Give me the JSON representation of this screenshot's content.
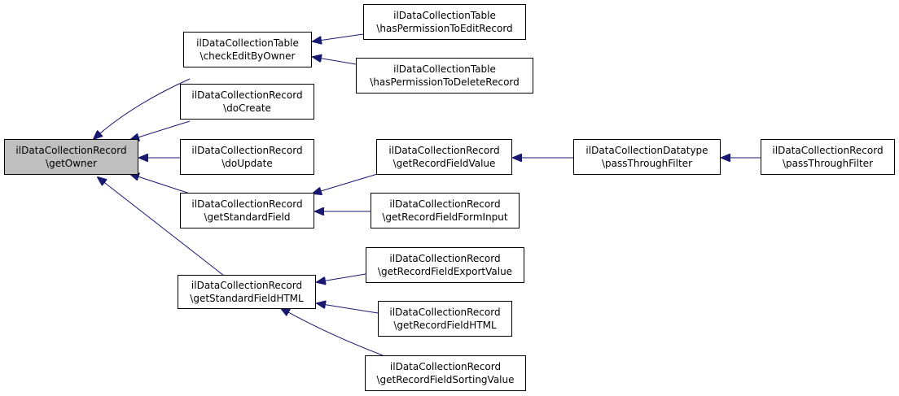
{
  "colors": {
    "edge": "#191970",
    "root_fill": "#bfbfbf",
    "node_fill": "#ffffff",
    "border": "#000000"
  },
  "nodes": {
    "root": {
      "l1": "ilDataCollectionRecord",
      "l2": "\\getOwner"
    },
    "checkEdit": {
      "l1": "ilDataCollectionTable",
      "l2": "\\checkEditByOwner"
    },
    "doCreate": {
      "l1": "ilDataCollectionRecord",
      "l2": "\\doCreate"
    },
    "doUpdate": {
      "l1": "ilDataCollectionRecord",
      "l2": "\\doUpdate"
    },
    "getStd": {
      "l1": "ilDataCollectionRecord",
      "l2": "\\getStandardField"
    },
    "getStdHTML": {
      "l1": "ilDataCollectionRecord",
      "l2": "\\getStandardFieldHTML"
    },
    "hasEdit": {
      "l1": "ilDataCollectionTable",
      "l2": "\\hasPermissionToEditRecord"
    },
    "hasDelete": {
      "l1": "ilDataCollectionTable",
      "l2": "\\hasPermissionToDeleteRecord"
    },
    "getRFV": {
      "l1": "ilDataCollectionRecord",
      "l2": "\\getRecordFieldValue"
    },
    "getRFFI": {
      "l1": "ilDataCollectionRecord",
      "l2": "\\getRecordFieldFormInput"
    },
    "getRFEV": {
      "l1": "ilDataCollectionRecord",
      "l2": "\\getRecordFieldExportValue"
    },
    "getRFHTML": {
      "l1": "ilDataCollectionRecord",
      "l2": "\\getRecordFieldHTML"
    },
    "getRFSV": {
      "l1": "ilDataCollectionRecord",
      "l2": "\\getRecordFieldSortingValue"
    },
    "dtPass": {
      "l1": "ilDataCollectionDatatype",
      "l2": "\\passThroughFilter"
    },
    "recPass": {
      "l1": "ilDataCollectionRecord",
      "l2": "\\passThroughFilter"
    }
  }
}
